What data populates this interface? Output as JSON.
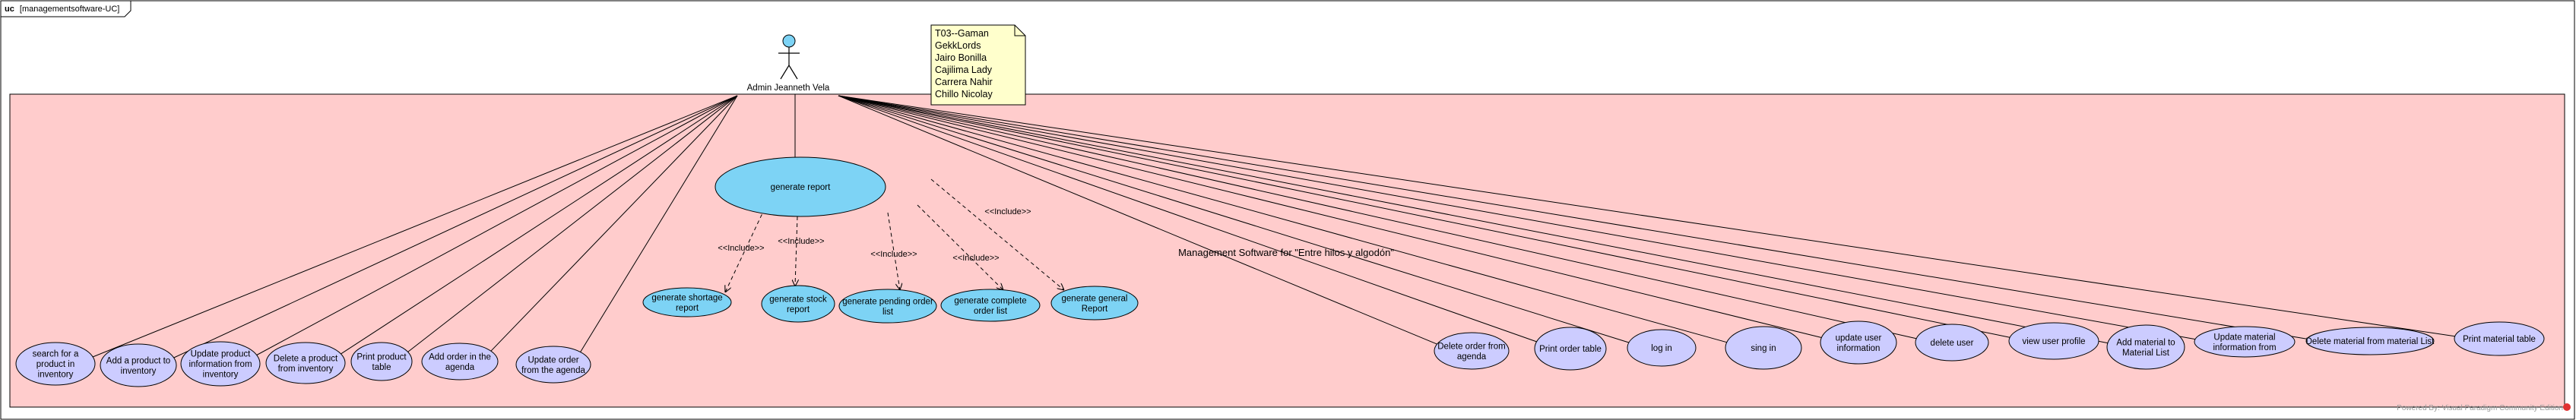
{
  "frame": {
    "keyword": "uc",
    "name": "[managementsoftware-UC]"
  },
  "actor": {
    "name": "Admin Jeanneth Vela"
  },
  "note": {
    "lines": [
      "T03--Gaman",
      "GekkLords",
      "Jairo Bonilla",
      "Cajilima Lady",
      "Carrera Nahir",
      "Chillo Nicolay"
    ]
  },
  "system": {
    "name": "Management Software for \"Entre hilos y algodón\""
  },
  "include_label": "<<Include>>",
  "footer": {
    "text": "Powered By: Visual Paradigm Community Edition"
  },
  "colors": {
    "system_fill": "#ffcccc",
    "report_fill": "#7dd3f5",
    "usecase_fill": "#ccccff",
    "note_fill": "#ffffcc",
    "stroke": "#000000",
    "actor_head": "#7dd3f5"
  },
  "main_use_case": {
    "label": "generate report"
  },
  "report_use_cases": [
    {
      "id": "shortage",
      "lines": [
        "generate shortage",
        "report"
      ]
    },
    {
      "id": "stock",
      "lines": [
        "generate stock",
        "report"
      ]
    },
    {
      "id": "pending",
      "lines": [
        "generate pending order",
        "list"
      ]
    },
    {
      "id": "complete",
      "lines": [
        "generate complete",
        "order list"
      ]
    },
    {
      "id": "general",
      "lines": [
        "generate general",
        "Report"
      ]
    }
  ],
  "use_cases": [
    {
      "id": "search-product",
      "lines": [
        "search for a",
        "product in",
        "inventory"
      ]
    },
    {
      "id": "add-product",
      "lines": [
        "Add a product to",
        "inventory"
      ]
    },
    {
      "id": "update-product",
      "lines": [
        "Update product",
        "information from",
        "inventory"
      ]
    },
    {
      "id": "delete-product",
      "lines": [
        "Delete a product",
        "from inventory"
      ]
    },
    {
      "id": "print-product-table",
      "lines": [
        "Print product",
        "table"
      ]
    },
    {
      "id": "add-order",
      "lines": [
        "Add order in the",
        "agenda"
      ]
    },
    {
      "id": "update-order",
      "lines": [
        "Update order",
        "from the agenda"
      ]
    },
    {
      "id": "delete-order",
      "lines": [
        "Delete order from",
        "agenda"
      ]
    },
    {
      "id": "print-order-table",
      "lines": [
        "Print order table"
      ]
    },
    {
      "id": "log-in",
      "lines": [
        "log in"
      ]
    },
    {
      "id": "sing-in",
      "lines": [
        "sing in"
      ]
    },
    {
      "id": "update-user",
      "lines": [
        "update user",
        "information"
      ]
    },
    {
      "id": "delete-user",
      "lines": [
        "delete user"
      ]
    },
    {
      "id": "view-profile",
      "lines": [
        "view user profile"
      ]
    },
    {
      "id": "add-material",
      "lines": [
        "Add material to",
        "Material List"
      ]
    },
    {
      "id": "update-material",
      "lines": [
        "Update material",
        "information from"
      ]
    },
    {
      "id": "delete-material",
      "lines": [
        "Delete material from material List"
      ]
    },
    {
      "id": "print-material",
      "lines": [
        "Print material table"
      ]
    }
  ]
}
